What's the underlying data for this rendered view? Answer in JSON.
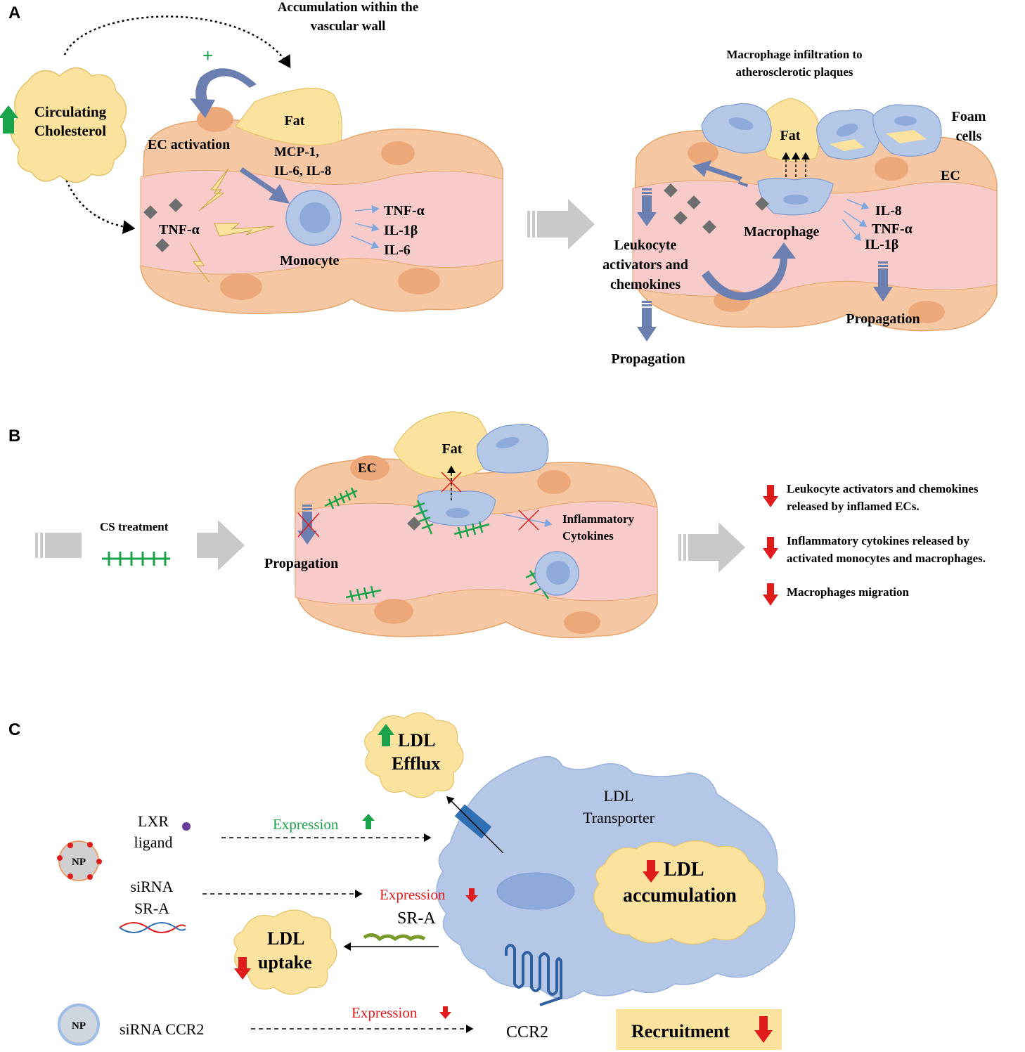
{
  "panel_a": {
    "label": "A",
    "accumulation": [
      "Accumulation within the",
      "vascular wall"
    ],
    "plus": "+",
    "circulating": [
      "Circulating",
      "Cholesterol"
    ],
    "fat": "Fat",
    "ec_activation": "EC activation",
    "mcp": [
      "MCP-1,",
      "IL-6, IL-8"
    ],
    "tnf_left": "TNF-α",
    "monocyte": "Monocyte",
    "mono_cytokines": [
      "TNF-α",
      "IL-1β",
      "IL-6"
    ],
    "infiltration": [
      "Macrophage infiltration to",
      "atherosclerotic plaques"
    ],
    "foam_cells": [
      "Foam",
      "cells"
    ],
    "fat_right": "Fat",
    "ec": "EC",
    "leukocyte": [
      "Leukocyte",
      "activators and",
      "chemokines"
    ],
    "macrophage": "Macrophage",
    "macro_cytokines": [
      "IL-8",
      "TNF-α",
      "IL-1β"
    ],
    "propagation_left": "Propagation",
    "propagation_right": "Propagation"
  },
  "panel_b": {
    "label": "B",
    "cs_treatment": "CS treatment",
    "fat": "Fat",
    "ec": "EC",
    "inflammatory": [
      "Inflammatory",
      "Cytokines"
    ],
    "propagation": "Propagation",
    "effects": [
      [
        "Leukocyte activators and chemokines",
        "released by inflamed ECs."
      ],
      [
        "Inflammatory cytokines released by",
        "activated monocytes and macrophages."
      ],
      [
        "Macrophages migration"
      ]
    ]
  },
  "panel_c": {
    "label": "C",
    "ldl_efflux": [
      "LDL",
      "Efflux"
    ],
    "ldl_transporter": [
      "LDL",
      "Transporter"
    ],
    "lxr": [
      "LXR",
      "ligand"
    ],
    "np": "NP",
    "expression_up": "Expression",
    "sirna_sra": [
      "siRNA",
      "SR-A"
    ],
    "expression_down_sra": "Expression",
    "sra": "SR-A",
    "ldl_accumulation": [
      "LDL",
      "accumulation"
    ],
    "ldl_uptake": [
      "LDL",
      "uptake"
    ],
    "np2": "NP",
    "sirna_ccr2": "siRNA CCR2",
    "expression_down_ccr2": "Expression",
    "ccr2": "CCR2",
    "recruitment": "Recruitment"
  },
  "colors": {
    "vessel_outer": "#f5c7a3",
    "vessel_inner": "#f8cbcb",
    "nucleus": "#eda879",
    "fat": "#fbe29e",
    "cell_blue": "#b4c7e7",
    "nucleus_blue": "#8eaadb",
    "arrow_blue": "#6b7fb0",
    "green": "#1aa34a",
    "red": "#e01b1b",
    "gray_arrow": "#c9c9c9"
  }
}
